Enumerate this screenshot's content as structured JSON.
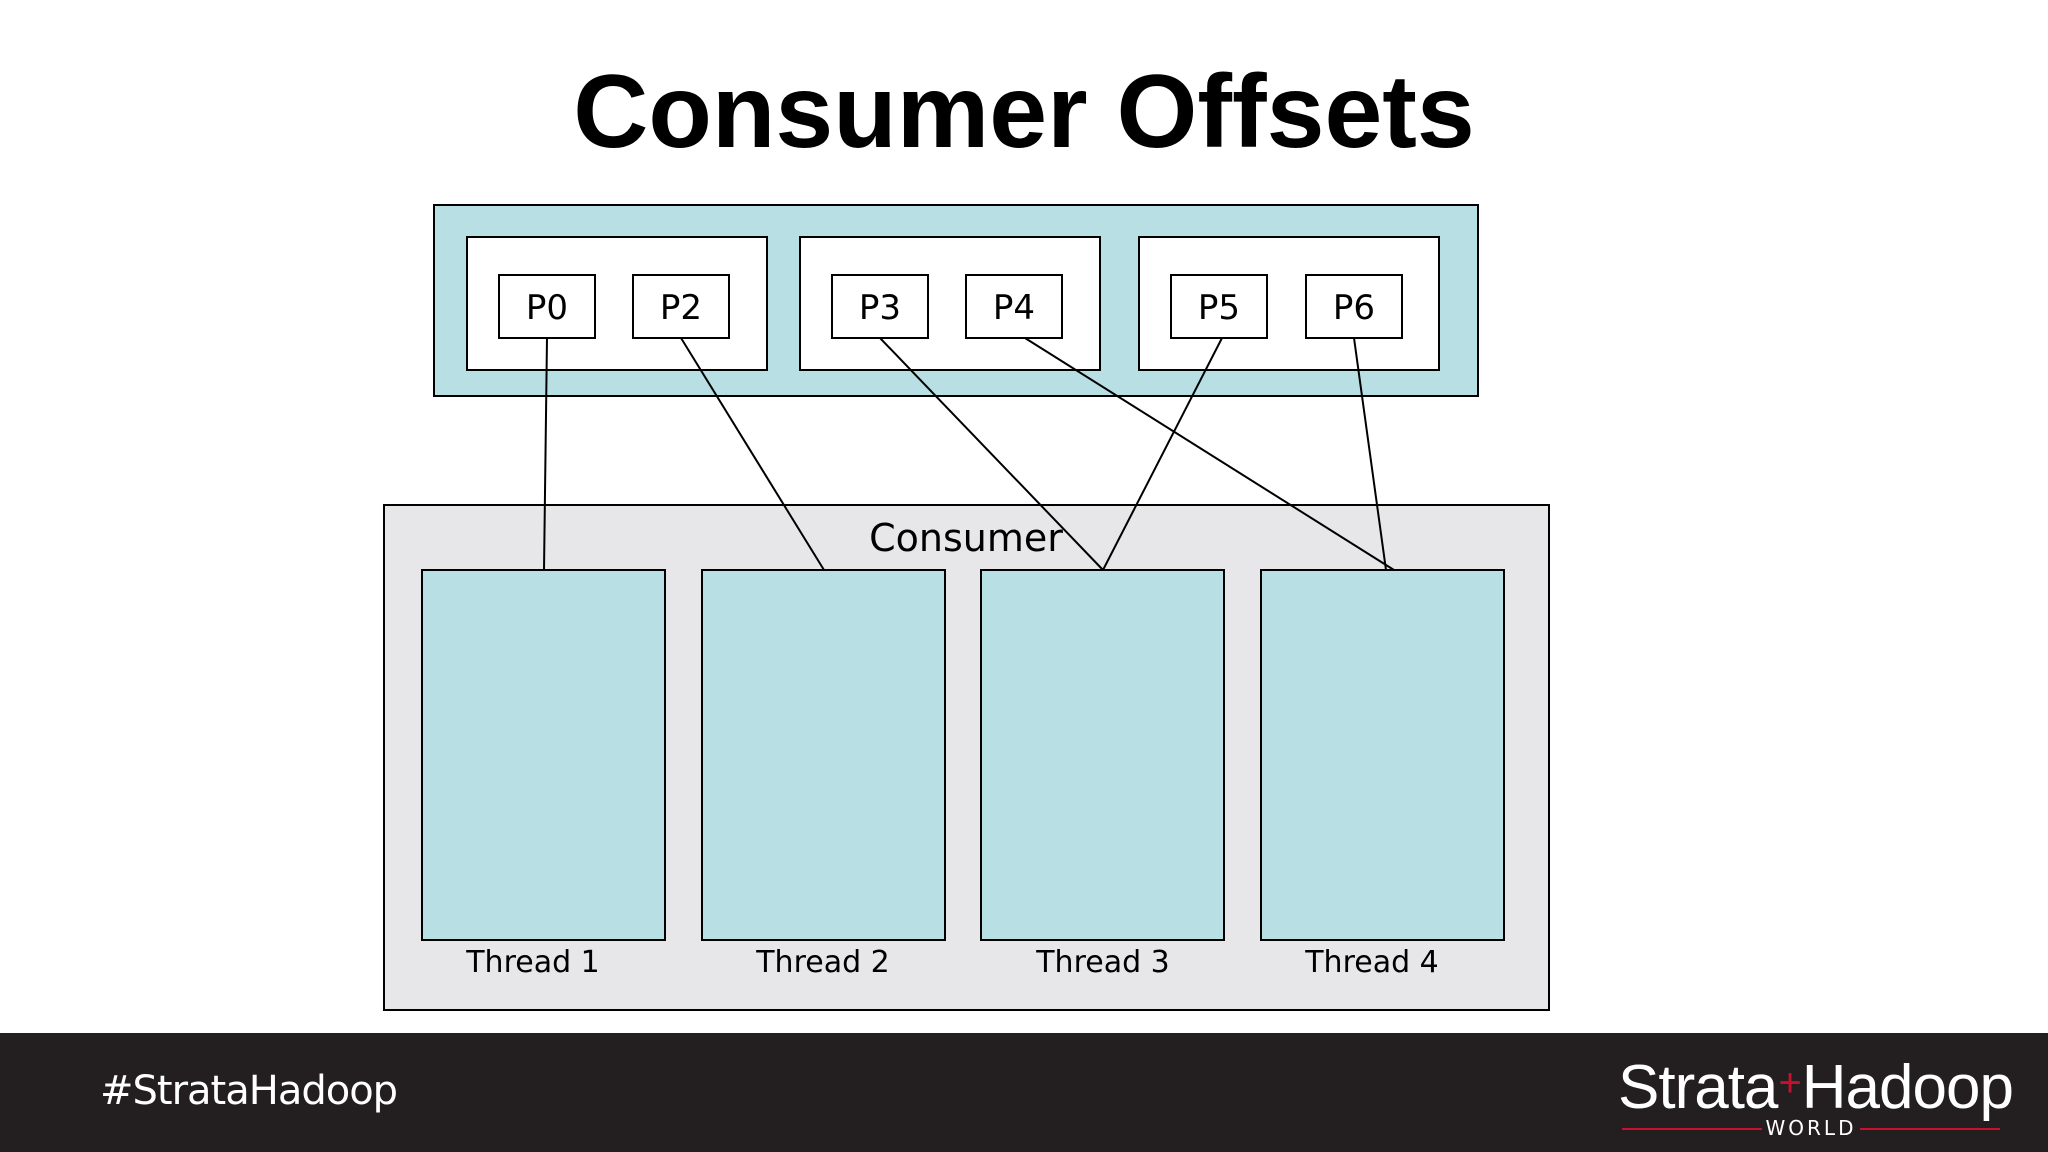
{
  "slide": {
    "title": "Consumer Offsets"
  },
  "diagram": {
    "topic_groups": [
      {
        "partitions": [
          "P0",
          "P2"
        ]
      },
      {
        "partitions": [
          "P3",
          "P4"
        ]
      },
      {
        "partitions": [
          "P5",
          "P6"
        ]
      }
    ],
    "consumer_label": "Consumer",
    "threads": [
      "Thread 1",
      "Thread 2",
      "Thread 3",
      "Thread 4"
    ],
    "assignments": [
      {
        "partition": "P0",
        "thread": "Thread 1"
      },
      {
        "partition": "P2",
        "thread": "Thread 2"
      },
      {
        "partition": "P3",
        "thread": "Thread 3"
      },
      {
        "partition": "P5",
        "thread": "Thread 3"
      },
      {
        "partition": "P4",
        "thread": "Thread 4"
      },
      {
        "partition": "P6",
        "thread": "Thread 4"
      }
    ],
    "colors": {
      "topic_fill": "#b8e0e4",
      "consumer_fill": "#e7e6e8",
      "thread_fill": "#b8e0e4",
      "stroke": "#000000"
    }
  },
  "footer": {
    "hashtag": "#StrataHadoop",
    "logo_left": "Strata",
    "logo_plus": "+",
    "logo_right": "Hadoop",
    "logo_sub": "WORLD",
    "background": "#231f20",
    "accent": "#c8102e"
  }
}
